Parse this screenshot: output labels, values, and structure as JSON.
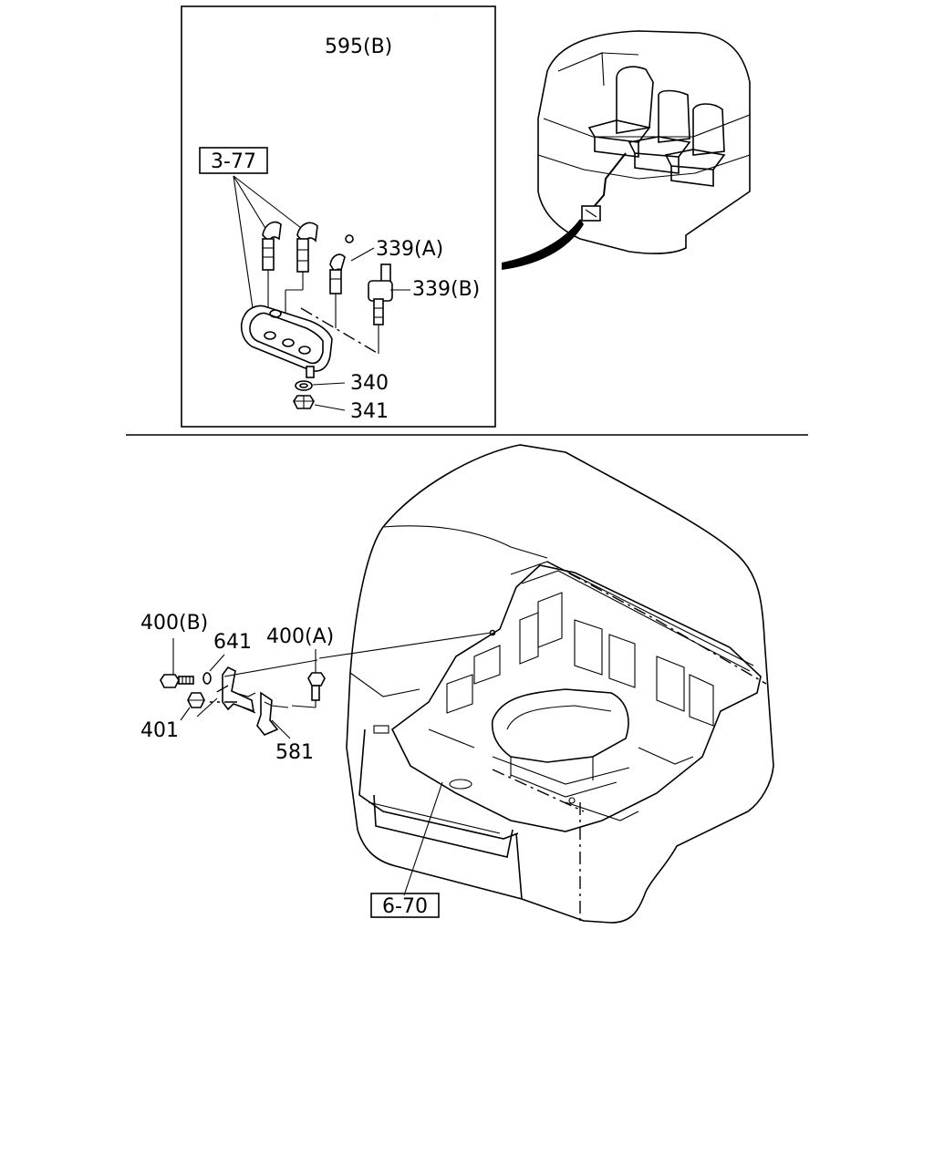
{
  "labels": {
    "ref_top": "3-77",
    "ref_bottom": "6-70",
    "p595b": "595(B)",
    "p339a": "339(A)",
    "p339b": "339(B)",
    "p340": "340",
    "p341": "341",
    "p400b": "400(B)",
    "p641": "641",
    "p400a": "400(A)",
    "p401": "401",
    "p581": "581"
  },
  "colors": {
    "ink": "#000000",
    "paper": "#ffffff"
  }
}
